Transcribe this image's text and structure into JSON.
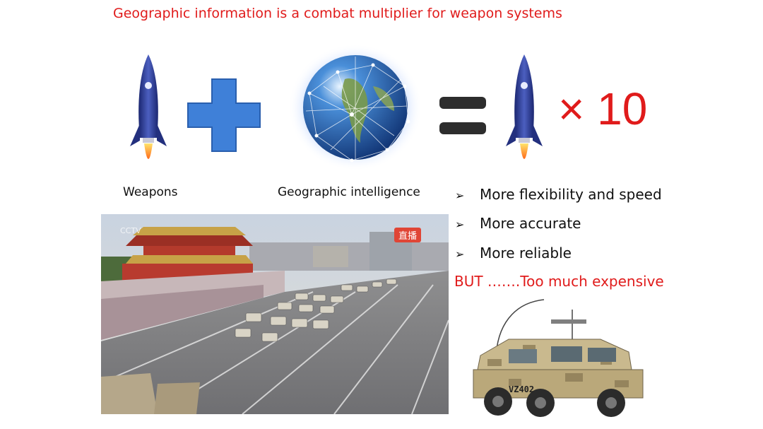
{
  "slide": {
    "title": "Geographic information is a combat multiplier for weapon systems",
    "weapons_caption": "Weapons",
    "geo_caption": "Geographic intelligence",
    "multiplier_text": "× 10",
    "bullets": [
      "More flexibility and speed",
      "More accurate",
      "More reliable"
    ],
    "bullet_marker": "➢",
    "but_text": "BUT …….Too much expensive",
    "parade_badge": "直播",
    "parade_watermark": "CCTV",
    "vehicle_plate": "VZ402",
    "colors": {
      "title_red": "#e01b1b",
      "plus_blue": "#3f80d8",
      "rocket_blue": "#2f3e8e",
      "equals_gray": "#2d2d2d"
    },
    "icons": [
      "rocket-icon",
      "plus-icon",
      "globe-network-icon",
      "equals-icon",
      "rocket-icon"
    ]
  }
}
